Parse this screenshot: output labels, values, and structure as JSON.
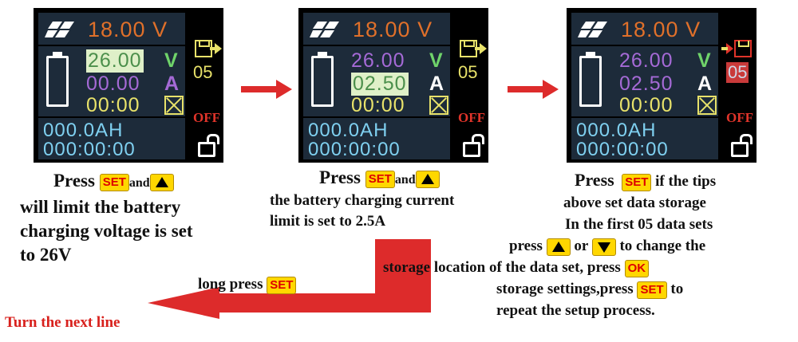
{
  "colors": {
    "accent_red": "#e0342a",
    "lcd_bg": "#1d2b3a",
    "key_yellow": "#ffd700",
    "arrow_red": "#dd2b2b"
  },
  "screens": [
    {
      "top_voltage": "18.00 V",
      "voltage": "26.00",
      "voltage_unit": "V",
      "current": "00.00",
      "current_unit": "A",
      "time": "00:00",
      "ah": "000.0AH",
      "elapsed": "000:00:00",
      "slot": "05",
      "off": "OFF",
      "highlight": "voltage"
    },
    {
      "top_voltage": "18.00 V",
      "voltage": "26.00",
      "voltage_unit": "V",
      "current": "02.50",
      "current_unit": "A",
      "time": "00:00",
      "ah": "000.0AH",
      "elapsed": "000:00:00",
      "slot": "05",
      "off": "OFF",
      "highlight": "current"
    },
    {
      "top_voltage": "18.00 V",
      "voltage": "26.00",
      "voltage_unit": "V",
      "current": "02.50",
      "current_unit": "A",
      "time": "00:00",
      "ah": "000.0AH",
      "elapsed": "000:00:00",
      "slot": "05",
      "off": "OFF",
      "highlight": "slot"
    }
  ],
  "captions": {
    "c1_press": "Press",
    "c1_set": "SET",
    "c1_and": "and",
    "c1_l2": "will limit the battery",
    "c1_l3": "charging voltage is set",
    "c1_l4": "to 26V",
    "c2_press": "Press",
    "c2_set": "SET",
    "c2_and": "and",
    "c2_l2": "the battery charging current",
    "c2_l3": "limit is set to 2.5A",
    "c3_press": "Press",
    "c3_set": "SET",
    "c3_tail": "if the tips",
    "c3_l2": "above set data storage",
    "c3_l3": "In the first 05 data sets",
    "c3_press2": "press",
    "c3_or": "or",
    "c3_change": "to change the",
    "c3_l5": "storage location of the data set, press",
    "c3_ok": "OK",
    "c3_l6a": "storage settings,press",
    "c3_set2": "SET",
    "c3_l6b": "to",
    "c3_l7": "repeat the setup process."
  },
  "long_press": {
    "label": "long press",
    "key": "SET"
  },
  "turn_next": "Turn the next line"
}
